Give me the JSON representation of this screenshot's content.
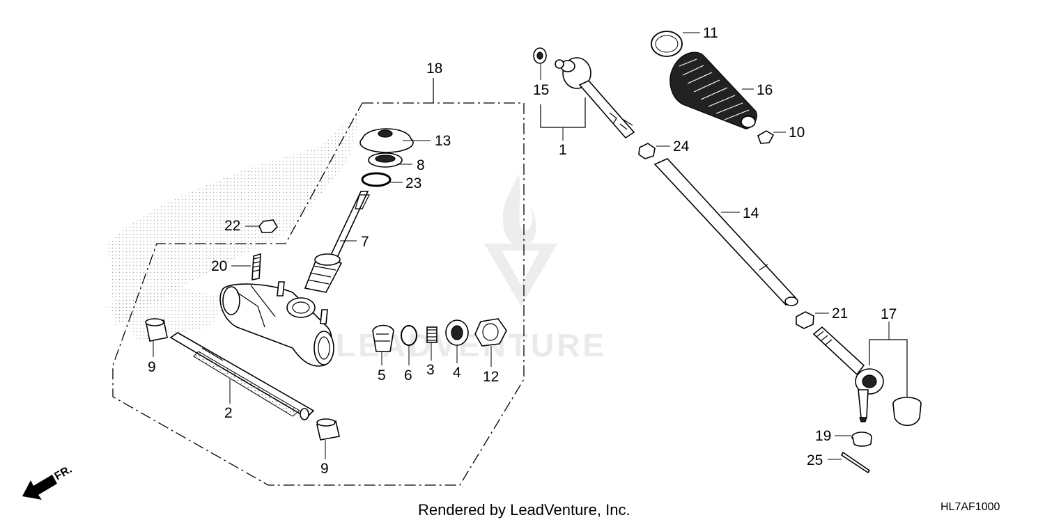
{
  "diagram": {
    "callouts": {
      "c1": "1",
      "c2": "2",
      "c3": "3",
      "c4": "4",
      "c5": "5",
      "c6": "6",
      "c7": "7",
      "c8": "8",
      "c9a": "9",
      "c9b": "9",
      "c10": "10",
      "c11": "11",
      "c12": "12",
      "c13": "13",
      "c14": "14",
      "c15": "15",
      "c16": "16",
      "c17": "17",
      "c18": "18",
      "c19": "19",
      "c20": "20",
      "c21": "21",
      "c22": "22",
      "c23": "23",
      "c24": "24",
      "c25": "25"
    },
    "direction_label": "FR.",
    "watermark_text": "LEADVENTURE",
    "footer_credit": "Rendered by LeadVenture, Inc.",
    "diagram_code": "HL7AF1000"
  }
}
